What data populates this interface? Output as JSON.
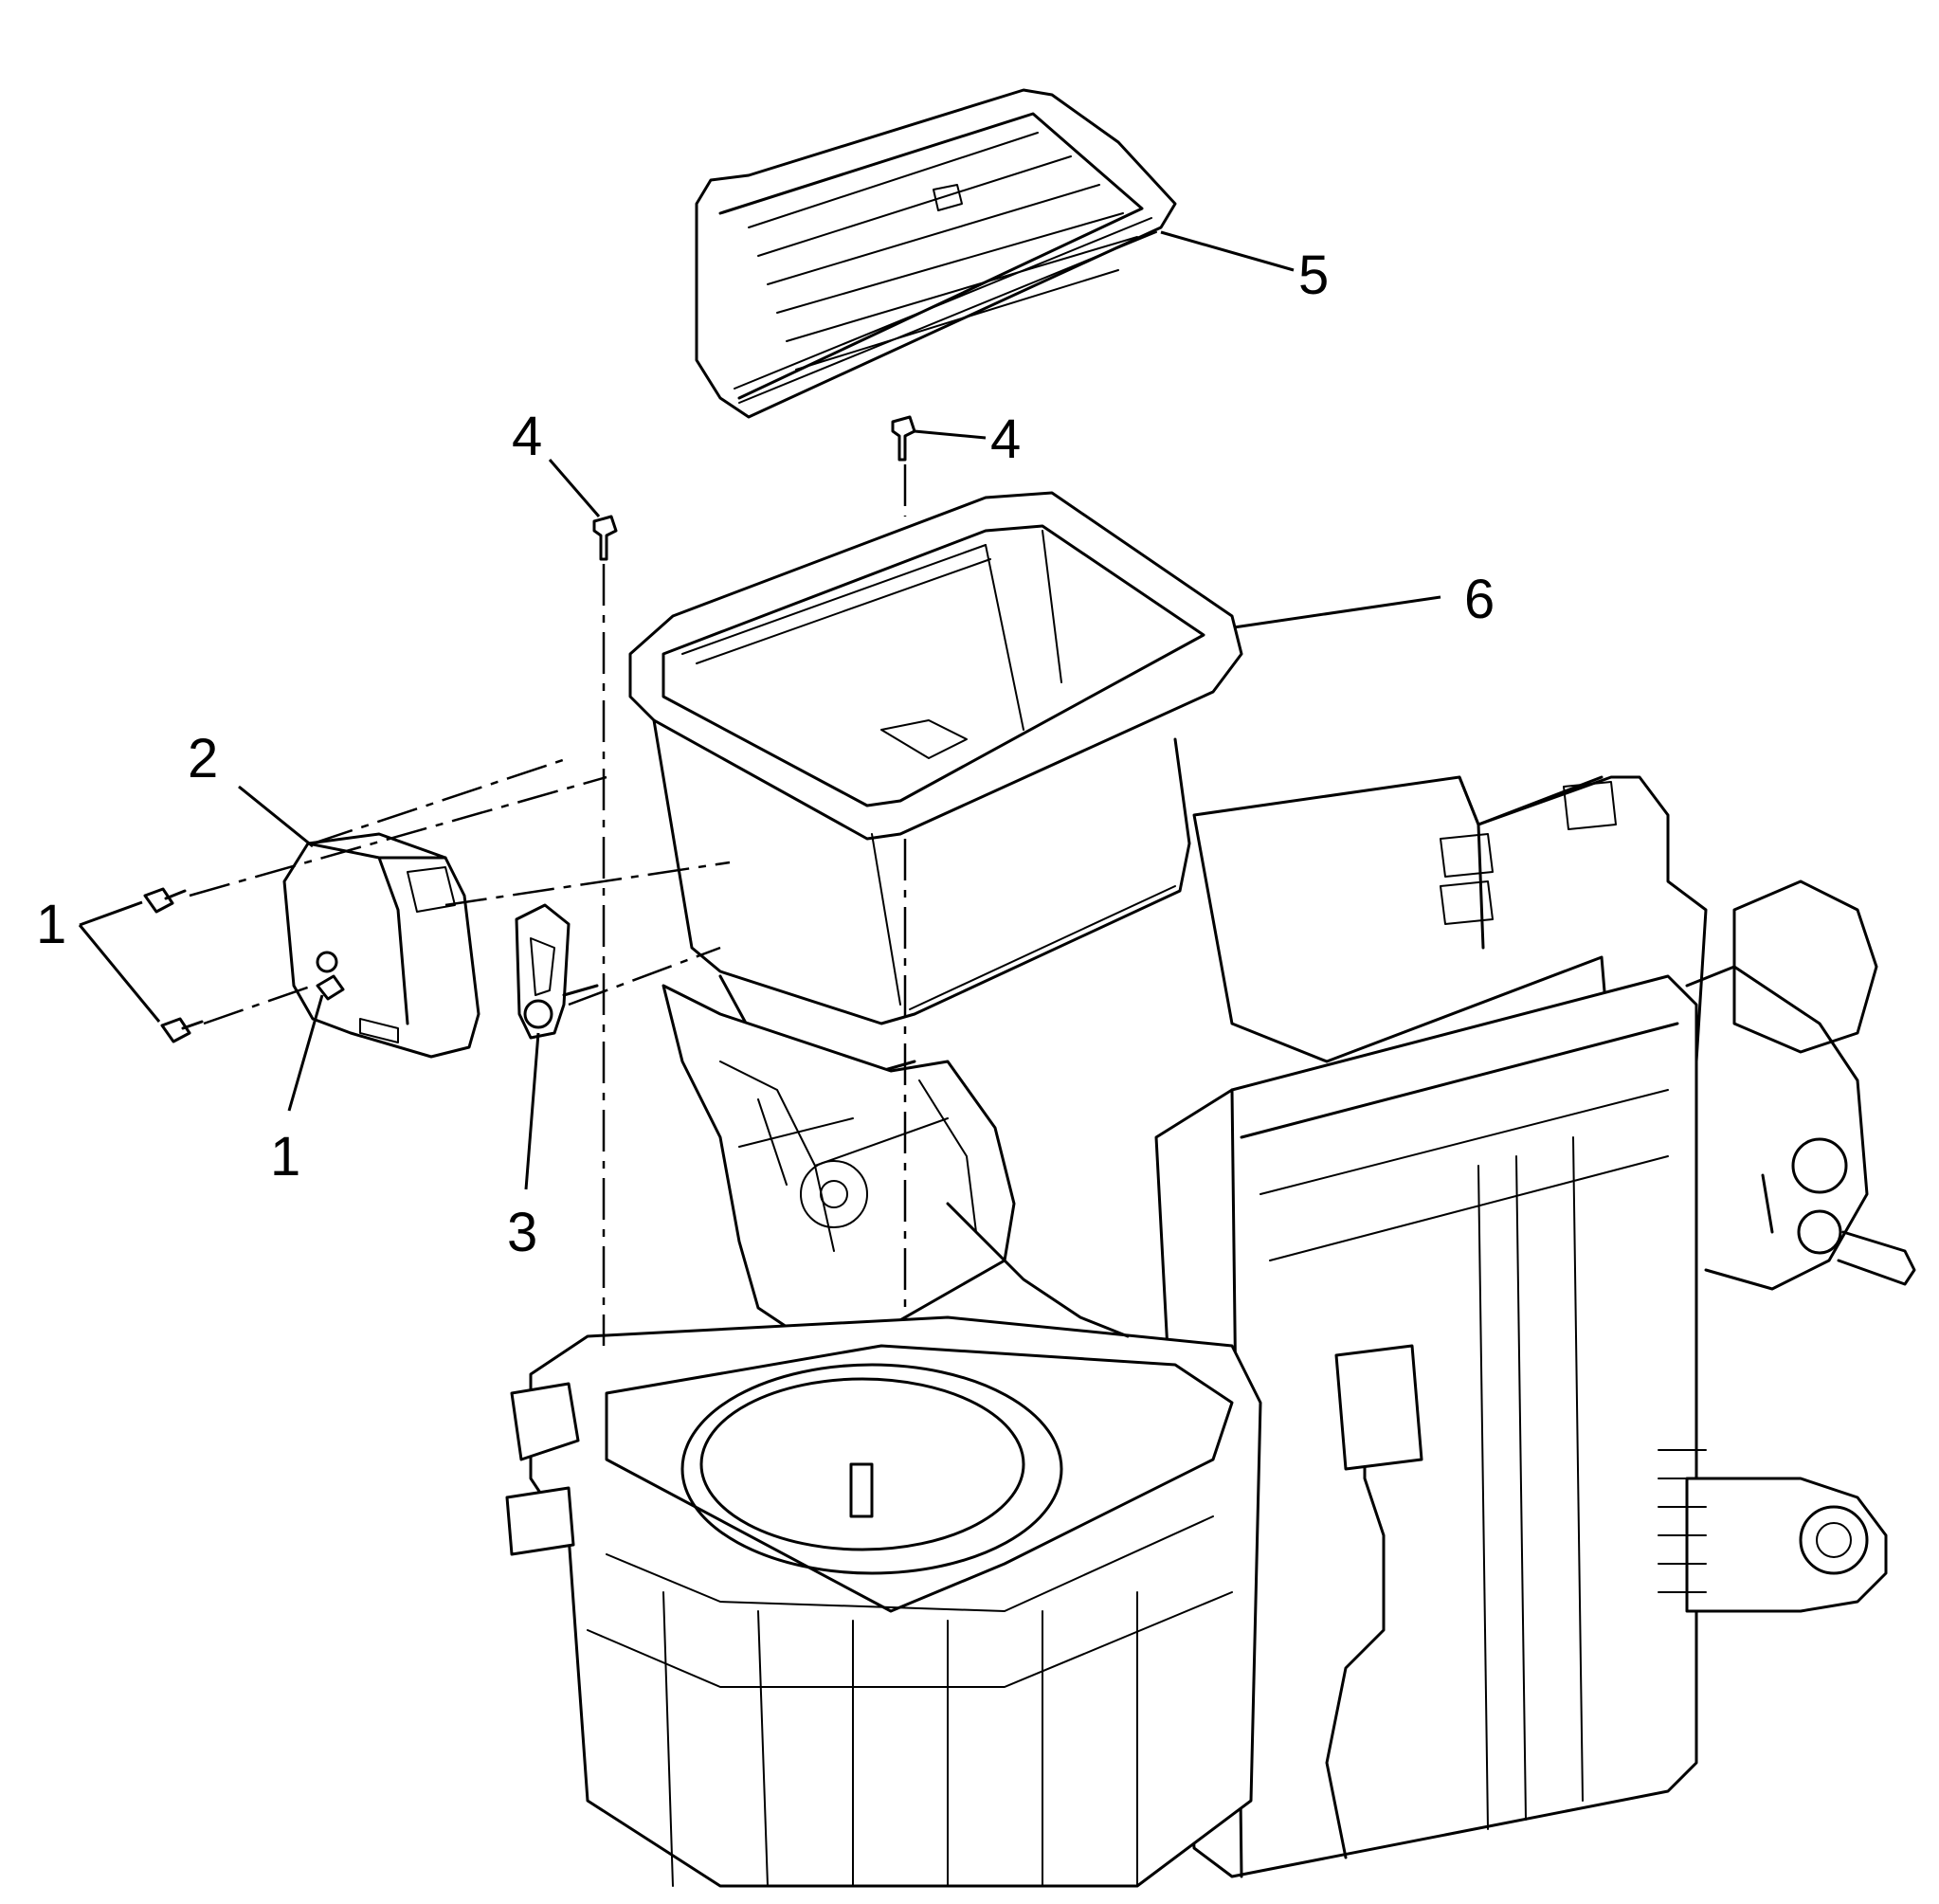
{
  "diagram": {
    "callouts": {
      "c1a": "1",
      "c1b": "1",
      "c2": "2",
      "c3": "3",
      "c4a": "4",
      "c4b": "4",
      "c5": "5",
      "c6": "6"
    },
    "line_color": "#000000",
    "background": "#ffffff"
  }
}
